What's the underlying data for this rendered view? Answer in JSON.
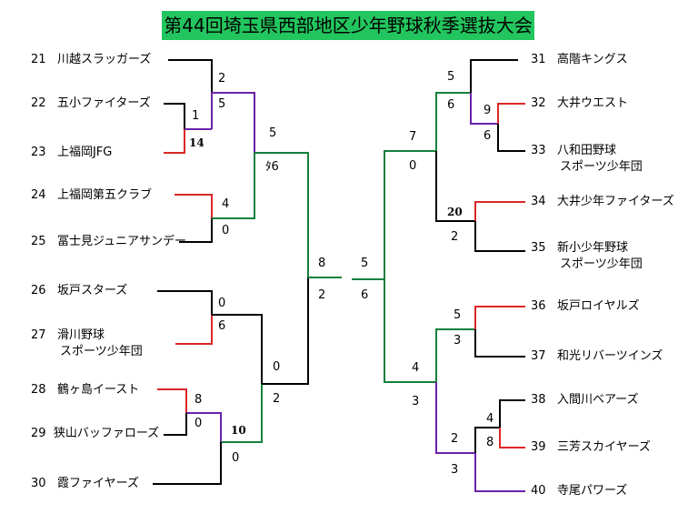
{
  "title": "第44回埼玉県西部地区少年野球秋季選抜大会",
  "teams": [
    {
      "no": "21",
      "name": "川越スラッガーズ"
    },
    {
      "no": "22",
      "name": "五小ファイターズ"
    },
    {
      "no": "23",
      "name": "上福岡JFG"
    },
    {
      "no": "24",
      "name": "上福岡第五クラブ"
    },
    {
      "no": "25",
      "name": "冨士見ジュニアサンデー"
    },
    {
      "no": "26",
      "name": "坂戸スターズ"
    },
    {
      "no": "27",
      "name": "滑川野球",
      "name2": "スポーツ少年団"
    },
    {
      "no": "28",
      "name": "鶴ヶ島イースト"
    },
    {
      "no": "29",
      "name": "狭山バッファローズ"
    },
    {
      "no": "30",
      "name": "霞ファイヤーズ"
    },
    {
      "no": "31",
      "name": "高階キングス"
    },
    {
      "no": "32",
      "name": "大井ウエスト"
    },
    {
      "no": "33",
      "name": "八和田野球",
      "name2": "スポーツ少年団"
    },
    {
      "no": "34",
      "name": "大井少年ファイターズ"
    },
    {
      "no": "35",
      "name": "新小少年野球",
      "name2": "スポーツ少年団"
    },
    {
      "no": "36",
      "name": "坂戸ロイヤルズ"
    },
    {
      "no": "37",
      "name": "和光リバーツインズ"
    },
    {
      "no": "38",
      "name": "入間川ベアーズ"
    },
    {
      "no": "39",
      "name": "三芳スカイヤーズ"
    },
    {
      "no": "40",
      "name": "寺尾パワーズ"
    }
  ],
  "scores": [
    "2",
    "1",
    "5",
    "14",
    "4",
    "0",
    "5",
    "ﾀ6",
    "0",
    "6",
    "8",
    "0",
    "10",
    "0",
    "0",
    "2",
    "8",
    "2",
    "5",
    "6",
    "5",
    "9",
    "6",
    "6",
    "7",
    "0",
    "20",
    "2",
    "5",
    "3",
    "4",
    "3",
    "4",
    "2",
    "8",
    "3"
  ],
  "colors": {
    "title_bg": "#22c55e",
    "red": "#dc2626",
    "purple": "#6b21a8",
    "green": "#15803d",
    "line": "#000000"
  }
}
